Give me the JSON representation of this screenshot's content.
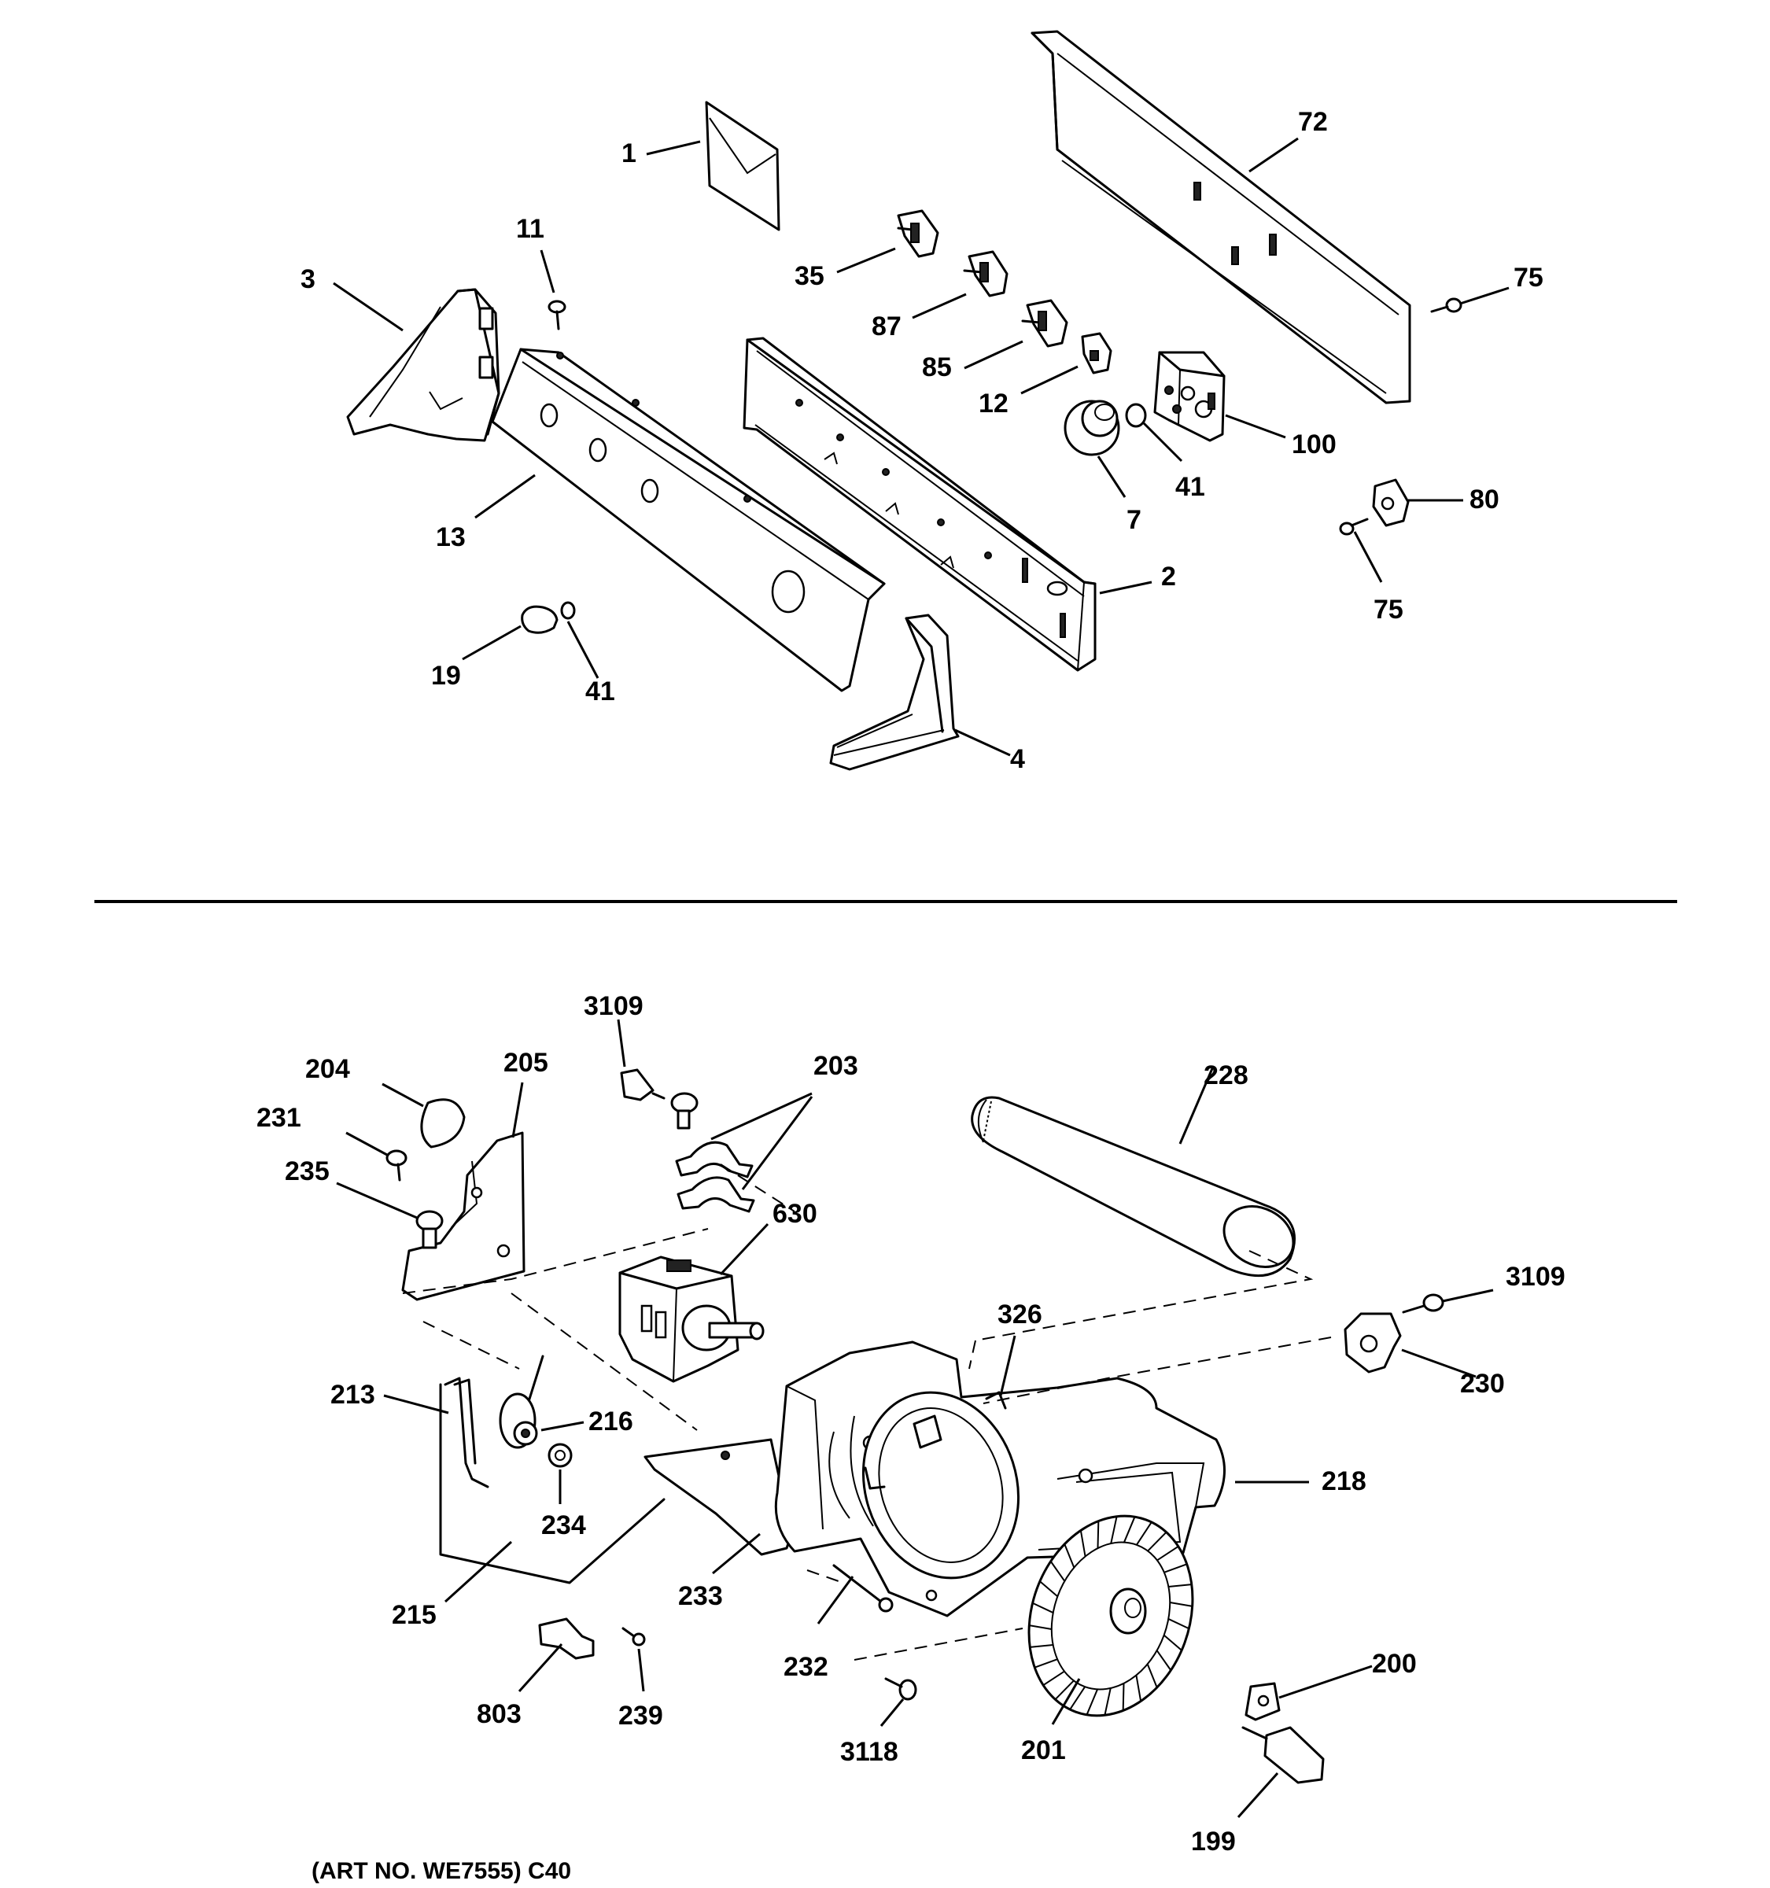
{
  "diagram": {
    "labels": {
      "l1": "1",
      "l72": "72",
      "l11": "11",
      "l3": "3",
      "l35": "35",
      "l75a": "75",
      "l87": "87",
      "l85": "85",
      "l12": "12",
      "l100": "100",
      "l41a": "41",
      "l7": "7",
      "l80": "80",
      "l75b": "75",
      "l13": "13",
      "l2": "2",
      "l19": "19",
      "l41b": "41",
      "l4": "4",
      "l3109a": "3109",
      "l203": "203",
      "l228": "228",
      "l204": "204",
      "l205": "205",
      "l231": "231",
      "l235": "235",
      "l630": "630",
      "l3109b": "3109",
      "l326": "326",
      "l230": "230",
      "l213": "213",
      "l216": "216",
      "l218": "218",
      "l234": "234",
      "l215": "215",
      "l233": "233",
      "l232": "232",
      "l200": "200",
      "l803": "803",
      "l239": "239",
      "l3118": "3118",
      "l201": "201",
      "l199": "199"
    },
    "footer": "(ART NO. WE7555) C40"
  }
}
